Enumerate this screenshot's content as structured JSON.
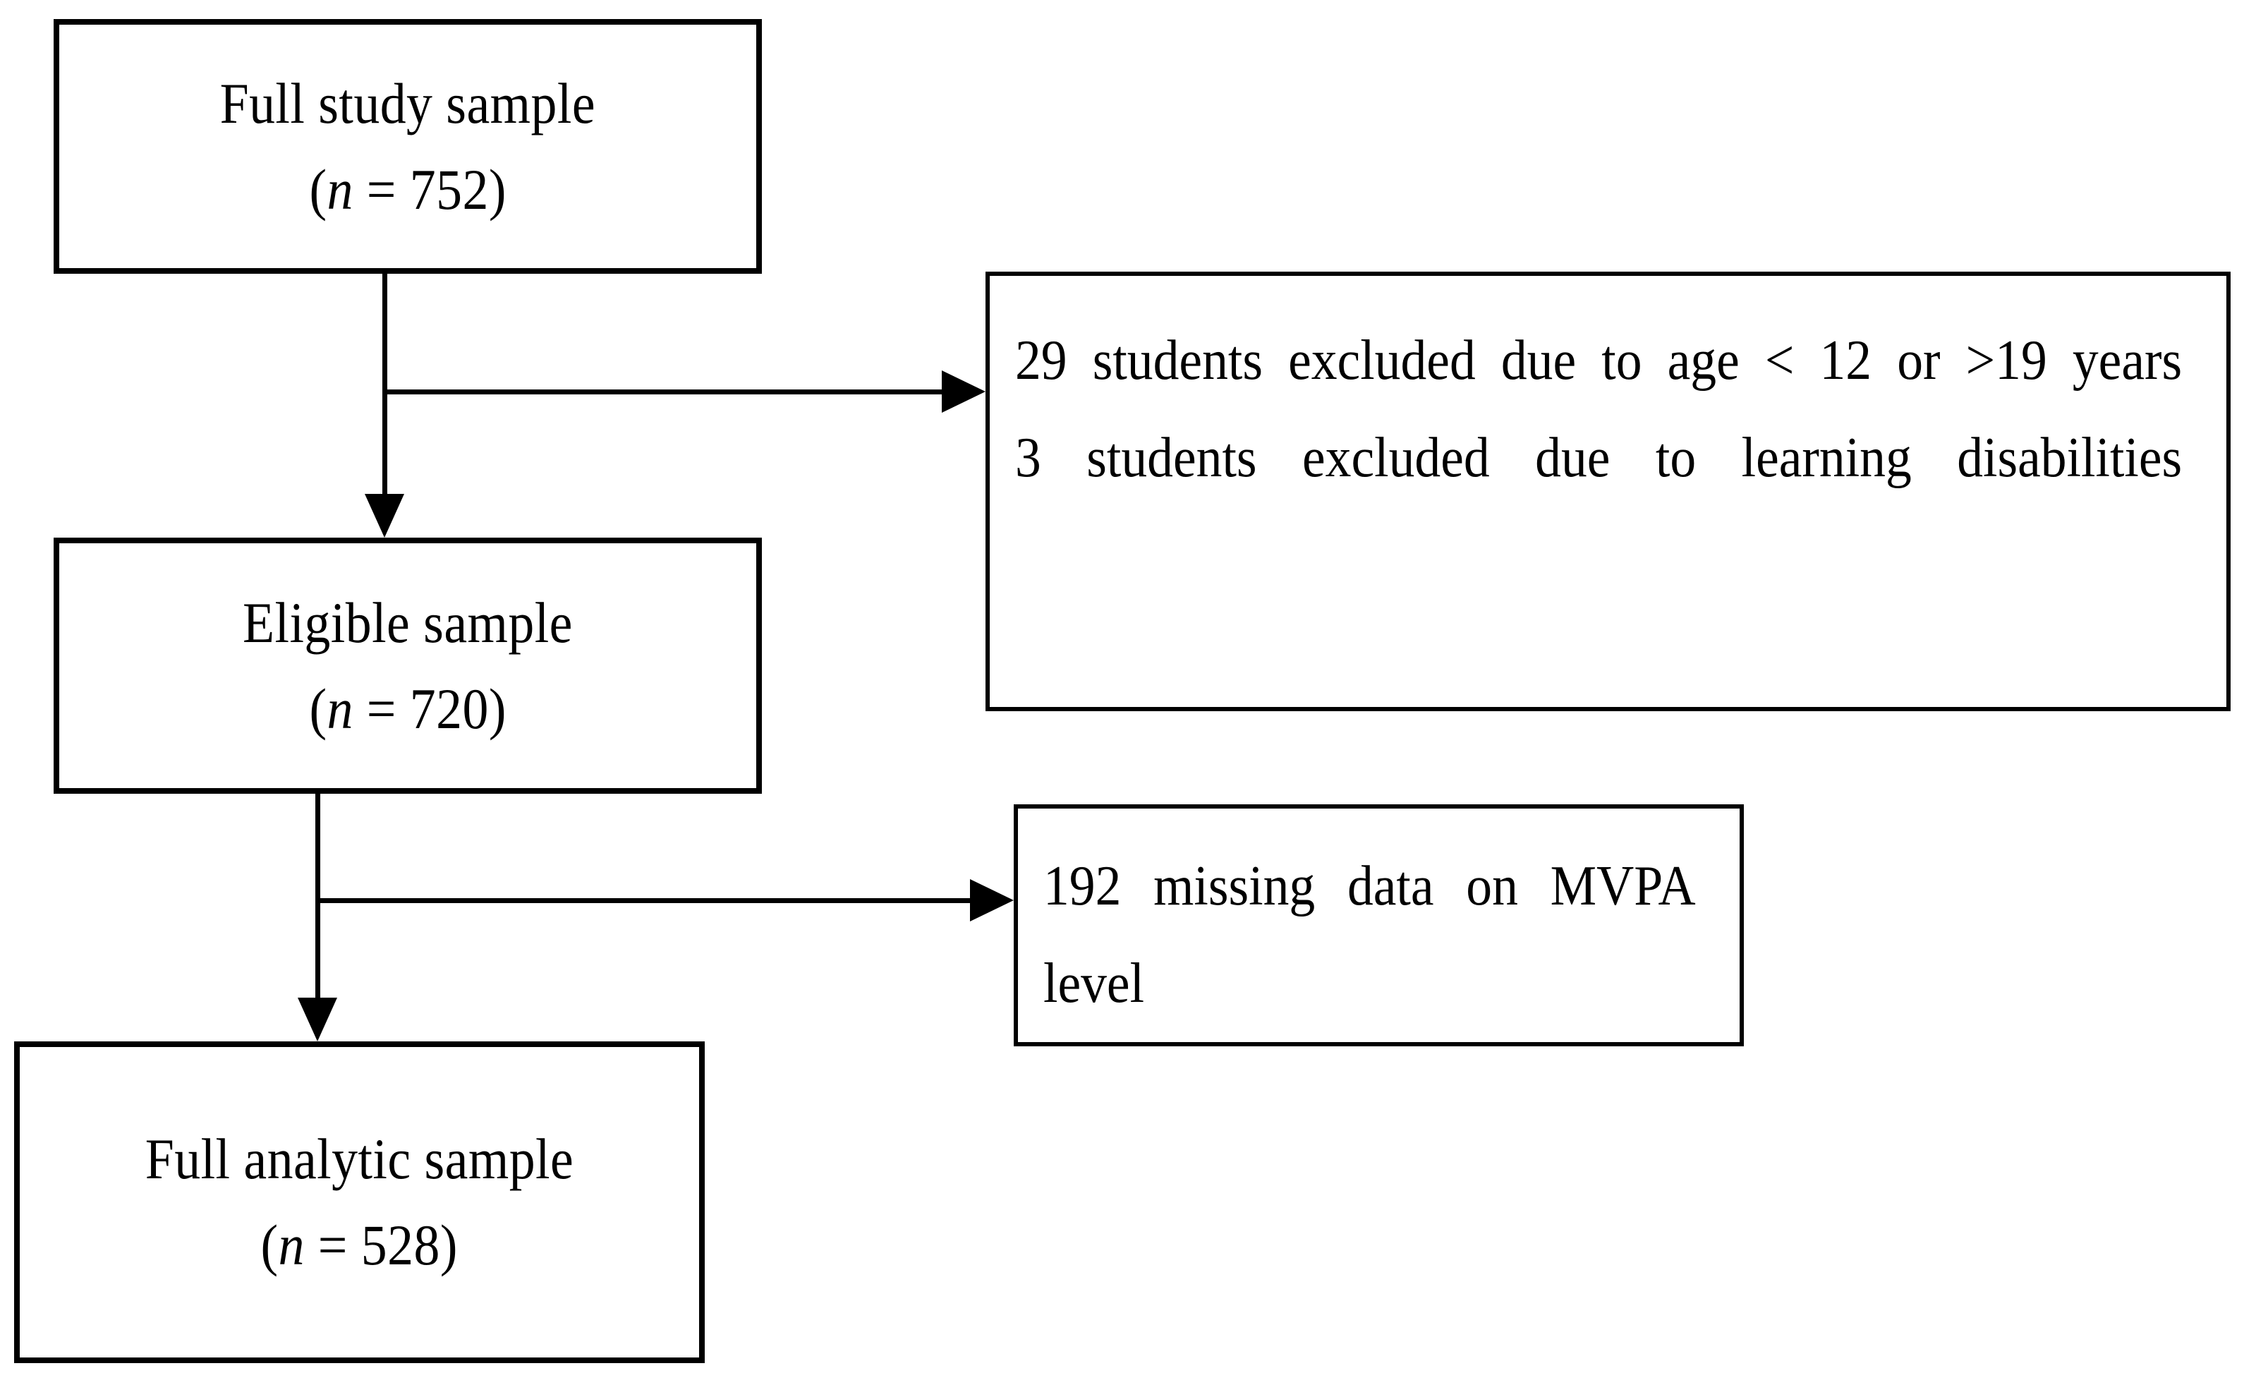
{
  "figure": {
    "type": "flowchart",
    "orientation": "top-down-with-right-branches",
    "background_color": "#ffffff",
    "line_color": "#000000"
  },
  "nodes": [
    {
      "id": "full-study-sample",
      "title": "Full study sample",
      "count_prefix": "(",
      "count_symbol": "n",
      "count_equals": " = ",
      "count_value": "752",
      "count_suffix": ")",
      "count_text": "(n = 752)"
    },
    {
      "id": "eligible-sample",
      "title": "Eligible sample",
      "count_prefix": "(",
      "count_symbol": "n",
      "count_equals": " = ",
      "count_value": "720",
      "count_suffix": ")",
      "count_text": "(n = 720)"
    },
    {
      "id": "full-analytic-sample",
      "title": "Full analytic sample",
      "count_prefix": "(",
      "count_symbol": "n",
      "count_equals": " = ",
      "count_value": "528",
      "count_suffix": ")",
      "count_text": "(n = 528)"
    }
  ],
  "exclusion_notes": [
    {
      "id": "age-and-learning-exclusions",
      "line_1": "29 students excluded due to age < 12 or >19 years",
      "line_2": "3 students excluded due to learning disabilities",
      "counts": {
        "age_excluded": 29,
        "learning_disability_excluded": 3
      }
    },
    {
      "id": "missing-mvpa",
      "line_1": "192 missing data on MVPA level",
      "counts": {
        "missing_mvpa": 192
      }
    }
  ],
  "connectors": [
    {
      "id": "full-study-to-eligible",
      "from": "full-study-sample",
      "to": "eligible-sample",
      "style": "solid-arrow-down"
    },
    {
      "id": "full-study-to-age-exclusions",
      "from": "full-study-sample",
      "to": "age-and-learning-exclusions",
      "style": "solid-arrow-right"
    },
    {
      "id": "eligible-to-analytic",
      "from": "eligible-sample",
      "to": "full-analytic-sample",
      "style": "solid-arrow-down"
    },
    {
      "id": "eligible-to-missing-mvpa",
      "from": "eligible-sample",
      "to": "missing-mvpa",
      "style": "solid-arrow-right"
    }
  ]
}
